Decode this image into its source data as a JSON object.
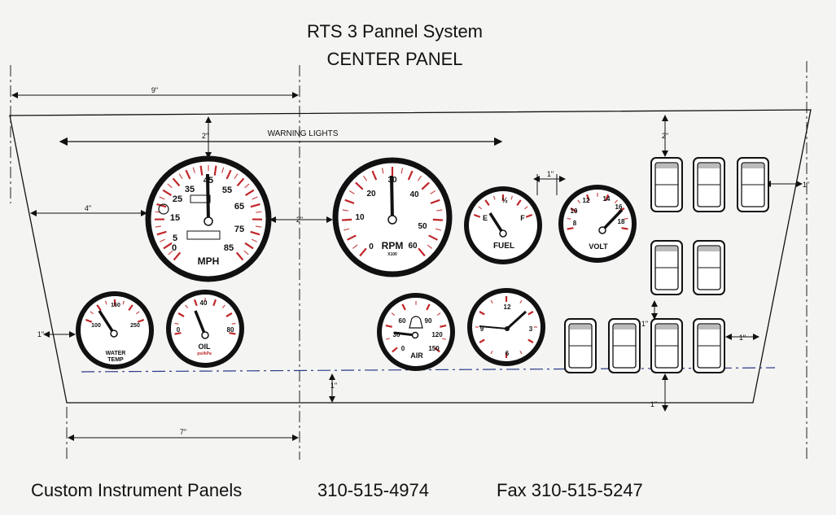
{
  "header": {
    "title": "RTS 3 Pannel System",
    "subtitle": "CENTER PANEL"
  },
  "dimensions": {
    "top_left_width": "9\"",
    "bottom_left_width": "7\"",
    "top_margin": "2\"",
    "left_margin": "4\"",
    "gauge_gap": "2\"",
    "small_gauge_gap": "1\"",
    "left_edge_gap": "1\"",
    "bottom_gap": "1\"",
    "switch_top": "2\"",
    "switch_right": "1\"",
    "switch_mid": "1\"",
    "switch_right2": "1\"",
    "switch_bottom": "1\""
  },
  "warning_lights_label": "WARNING LIGHTS",
  "gauges": {
    "mph": {
      "unit": "MPH",
      "ticks": [
        "0",
        "5",
        "15",
        "25",
        "35",
        "45",
        "55",
        "65",
        "75",
        "85"
      ]
    },
    "rpm": {
      "unit": "RPM",
      "sub": "X100",
      "ticks": [
        "0",
        "10",
        "20",
        "30",
        "40",
        "50",
        "60"
      ]
    },
    "fuel": {
      "unit": "FUEL",
      "ticks": [
        "E",
        "½",
        "F"
      ]
    },
    "volt": {
      "unit": "VOLT",
      "ticks": [
        "8",
        "10",
        "12",
        "14",
        "16",
        "18"
      ]
    },
    "water": {
      "unit_line1": "WATER",
      "unit_line2": "TEMP",
      "ticks": [
        "100",
        "150",
        "250"
      ]
    },
    "oil": {
      "unit": "OIL",
      "sub": "psi/kPa",
      "ticks": [
        "0",
        "40",
        "80"
      ]
    },
    "air": {
      "unit": "AIR",
      "ticks": [
        "0",
        "30",
        "60",
        "90",
        "120",
        "150"
      ]
    },
    "clock": {
      "ticks": [
        "12",
        "3",
        "6",
        "9"
      ]
    }
  },
  "footer": {
    "company": "Custom Instrument Panels",
    "phone": "310-515-4974",
    "fax": "Fax 310-515-5247"
  }
}
